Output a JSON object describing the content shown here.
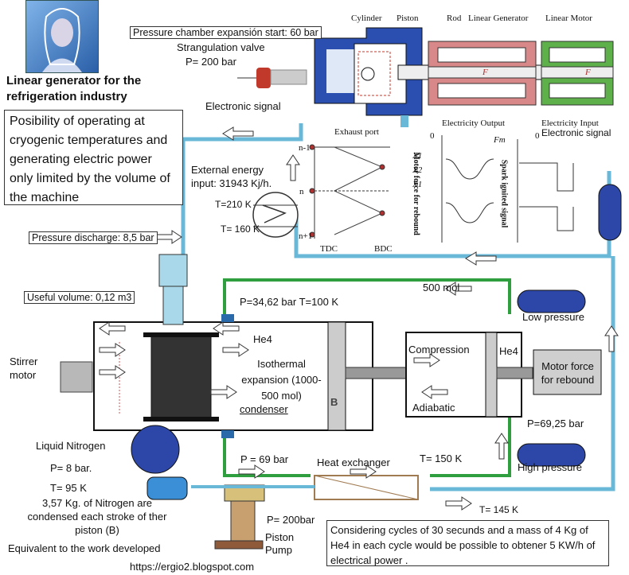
{
  "title": "Linear generator for the refrigeration industry",
  "description_box": "Posibility of operating at cryogenic temperatures and generating electric power only limited by the volume of the machine",
  "top_labels": {
    "cylinder": "Cylinder",
    "piston": "Piston",
    "rod": "Rod",
    "linear_generator": "Linear Generator",
    "linear_motor": "Linear Motor",
    "pressure_chamber": "Pressure chamber expansión start: 60 bar",
    "strangulation_valve": "Strangulation valve",
    "p200": "P= 200 bar",
    "electronic_signal_left": "Electronic signal",
    "exhaust_port": "Exhaust port",
    "electricity_output": "Electricity Output",
    "electricity_input": "Electricity Input",
    "electronic_signal_right": "Electronic signal",
    "fr": "F",
    "fm": "F",
    "zero1": "0",
    "zero2": "0"
  },
  "graph_labels": {
    "n_minus_1": "n-1",
    "n": "n",
    "n_plus_1": "n+1",
    "tdc": "TDC",
    "bdc": "BDC",
    "x1a": "X1",
    "x2": "X2",
    "x1b": "X1",
    "motor_force": "Motor force for rebound",
    "spark_signal": "Spark ignited signal",
    "fm": "Fm"
  },
  "energy": {
    "external_energy": "External energy input: 31943 Kj/h.",
    "t210": "T=210 K",
    "t160": "T= 160 K",
    "pressure_discharge": "Pressure discharge: 8,5 bar"
  },
  "main": {
    "useful_volume": "Useful volume: 0,12 m3",
    "mol500": "500 mol",
    "p_t": "P=34,62 bar T=100 K",
    "he4": "He4",
    "isothermal": "Isothermal expansion (1000-500 mol)",
    "condenser": "condenser",
    "b": "B",
    "stirrer": "Stirrer motor",
    "compression": "Compression",
    "adiabatic": "Adiabatic",
    "he4_right": "He4",
    "motor_force_rebound": "Motor force for rebound",
    "low_pressure": "Low pressure",
    "p6925": "P=69,25 bar",
    "high_pressure": "High pressure"
  },
  "bottom": {
    "liquid_nitrogen": "Liquid Nitrogen",
    "p8": "P=  8 bar.",
    "t95": "T= 95 K",
    "nitrogen_text": "3,57 Kg. of Nitrogen are condensed each stroke of ther piston (B)",
    "equivalent": "Equivalent to the work developed",
    "p69": "P = 69 bar",
    "heat_exchanger": "Heat exchanger",
    "t150": "T=  150 K",
    "t145": "T= 145 K",
    "p200bar": "P= 200bar",
    "piston_pump": "Piston Pump",
    "url": "https://ergio2.blogspot.com",
    "considering": "Considering cycles of 30 secunds and a mass of 4 Kg of He4 in each cycle would be possible to obtener 5 KW/h of electrical power ."
  },
  "colors": {
    "pipe_blue": "#6ab8d8",
    "pipe_green": "#2f9e3f",
    "generator_red": "#d9888a",
    "motor_green": "#5db04a",
    "cylinder_blue": "#2a4fb0"
  }
}
